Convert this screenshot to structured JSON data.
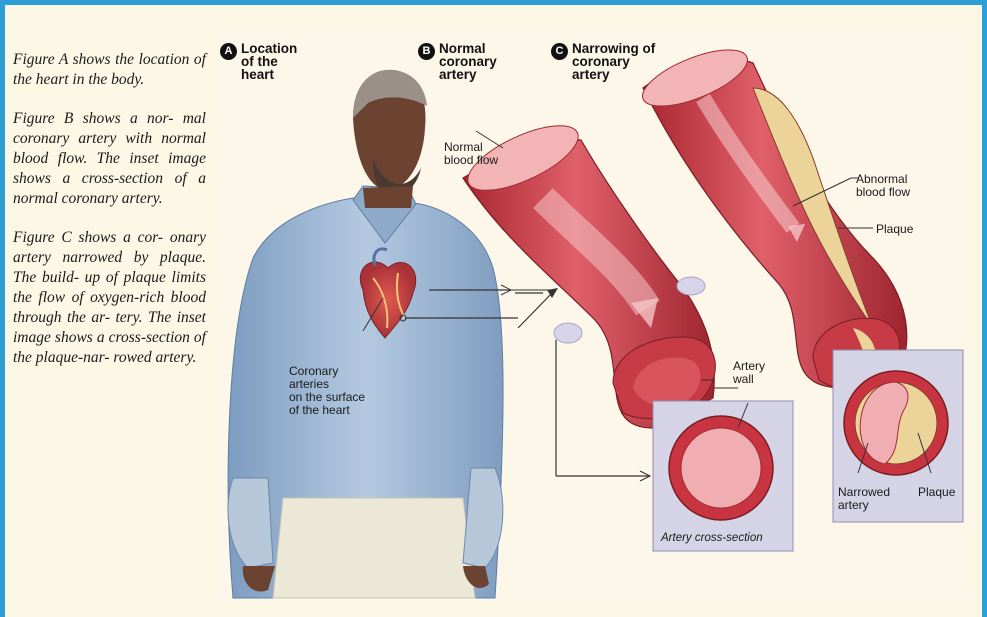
{
  "caption": {
    "a": "Figure A shows the location of the heart in the body.",
    "b": "Figure B shows a nor- mal coronary artery with normal blood flow. The inset image shows a cross-section of a normal coronary artery.",
    "c": "Figure C shows a cor- onary artery narrowed by plaque. The build- up of plaque limits the flow of oxygen-rich blood through the ar- tery. The inset image shows a cross-section of the plaque-nar- rowed artery."
  },
  "panels": {
    "a": {
      "badge": "A",
      "title_1": "Location",
      "title_2": "of the",
      "title_3": "heart"
    },
    "b": {
      "badge": "B",
      "title_1": "Normal",
      "title_2": "coronary",
      "title_3": "artery"
    },
    "c": {
      "badge": "C",
      "title_1": "Narrowing of",
      "title_2": "coronary",
      "title_3": "artery"
    }
  },
  "labels": {
    "coronary_1": "Coronary",
    "coronary_2": "arteries",
    "coronary_3": "on the surface",
    "coronary_4": "of the heart",
    "normal_flow_1": "Normal",
    "normal_flow_2": "blood flow",
    "artery_wall_1": "Artery",
    "artery_wall_2": "wall",
    "cross_section": "Artery cross-section",
    "abnormal_1": "Abnormal",
    "abnormal_2": "blood flow",
    "plaque": "Plaque",
    "narrowed_1": "Narrowed",
    "narrowed_2": "artery",
    "plaque_inset": "Plaque"
  },
  "colors": {
    "frame": "#2b9fd6",
    "artery_dark": "#b8303a",
    "artery_mid": "#d9505a",
    "artery_light": "#f2a7ab",
    "plaque": "#ecd39a",
    "shirt": "#9fb9d6",
    "skin": "#6b4330"
  }
}
